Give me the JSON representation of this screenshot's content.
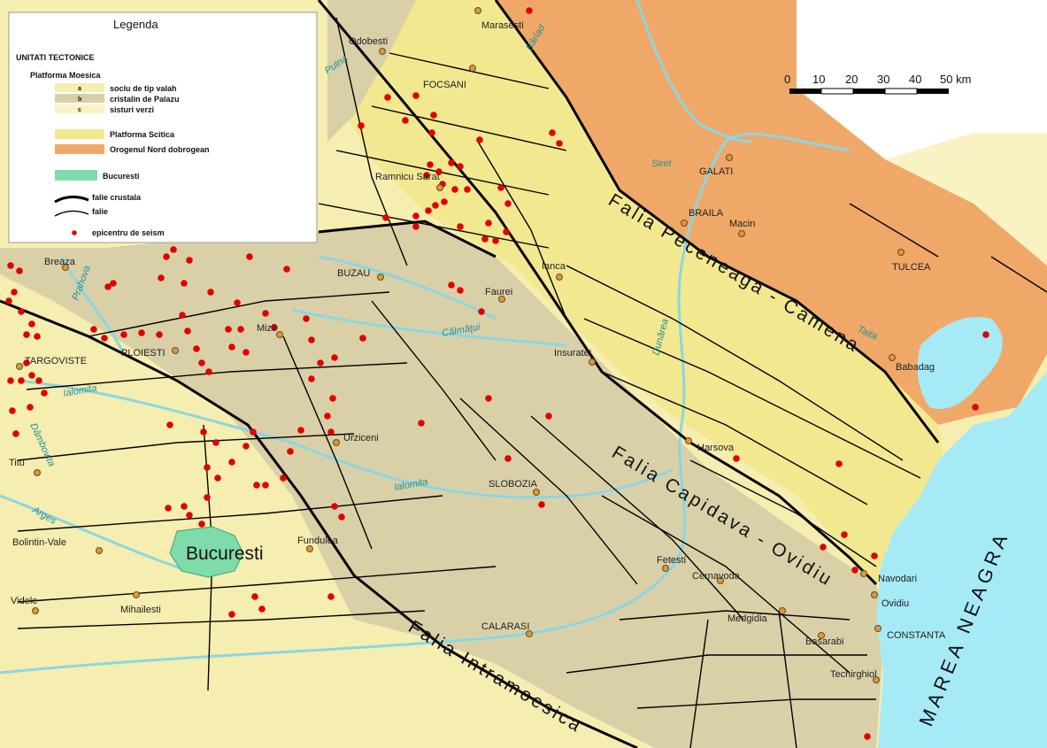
{
  "legend": {
    "title": "Legenda",
    "section_title": "UNITATI TECTONICE",
    "subsection_title": "Platforma Moesica",
    "items": [
      {
        "letter": "a",
        "label": "soclu de tip valah",
        "color": "#f6edb0"
      },
      {
        "letter": "b",
        "label": "cristalin de Palazu",
        "color": "#d9d0a8"
      },
      {
        "letter": "c",
        "label": "sisturi verzi",
        "color": "#f9f3c4"
      }
    ],
    "units": [
      {
        "label": "Platforma Scitica",
        "color": "#f2e890"
      },
      {
        "label": "Orogenul  Nord dobrogean",
        "color": "#f0a868"
      }
    ],
    "city_item": {
      "label": "Bucuresti",
      "color": "#7ddcaa"
    },
    "line_items": [
      {
        "label": "falie crustala"
      },
      {
        "label": "falie"
      }
    ],
    "point_item": {
      "label": "epicentru de seism",
      "color": "#e00000"
    }
  },
  "scale_bar": {
    "ticks": [
      "0",
      "10",
      "20",
      "30",
      "40",
      "50 km"
    ]
  },
  "faults": [
    {
      "label": "Falia Peceneaga - Camena"
    },
    {
      "label": "Falia Capidava - Ovidiu"
    },
    {
      "label": "Falia Intramoesica"
    }
  ],
  "sea": {
    "label": "MAREA NEAGRA"
  },
  "capital": {
    "label": "Bucuresti"
  },
  "cities": [
    {
      "name": "Marasesti"
    },
    {
      "name": "Odobesti"
    },
    {
      "name": "FOCSANI"
    },
    {
      "name": "Ramnicu Sarat"
    },
    {
      "name": "GALATI"
    },
    {
      "name": "BRAILA"
    },
    {
      "name": "Macin"
    },
    {
      "name": "TULCEA"
    },
    {
      "name": "Breaza"
    },
    {
      "name": "BUZAU"
    },
    {
      "name": "Ianca"
    },
    {
      "name": "Faurei"
    },
    {
      "name": "Mizil"
    },
    {
      "name": "PLOIESTI"
    },
    {
      "name": "TARGOVISTE"
    },
    {
      "name": "Insuratei"
    },
    {
      "name": "Babadag"
    },
    {
      "name": "Urziceni"
    },
    {
      "name": "Harsova"
    },
    {
      "name": "Titu"
    },
    {
      "name": "SLOBOZIA"
    },
    {
      "name": "Bolintin-Vale"
    },
    {
      "name": "Fundulea"
    },
    {
      "name": "Fetesti"
    },
    {
      "name": "Cernavoda"
    },
    {
      "name": "Navodari"
    },
    {
      "name": "Ovidiu"
    },
    {
      "name": "Videle"
    },
    {
      "name": "Mihailesti"
    },
    {
      "name": "Medgidia"
    },
    {
      "name": "CALARASI"
    },
    {
      "name": "Basarabi"
    },
    {
      "name": "CONSTANTA"
    },
    {
      "name": "Techirghiol"
    }
  ],
  "rivers": [
    {
      "name": "Putna"
    },
    {
      "name": "Bârlad"
    },
    {
      "name": "Siret"
    },
    {
      "name": "Prahova"
    },
    {
      "name": "Călmăţui"
    },
    {
      "name": "Dunărea"
    },
    {
      "name": "Taita"
    },
    {
      "name": "Ialomita"
    },
    {
      "name": "Dâmbovita"
    },
    {
      "name": "Arges"
    },
    {
      "name": "Ialomita"
    }
  ],
  "colors": {
    "moesica_a": "#f6edb0",
    "moesica_b": "#d9d0a8",
    "moesica_c": "#f9f3c4",
    "scitica": "#f2e890",
    "orogen": "#f0a868",
    "sea": "#a6eaf6",
    "river": "#8cd6e2",
    "epicenter": "#e00000",
    "city_marker": "#d89a3c"
  }
}
